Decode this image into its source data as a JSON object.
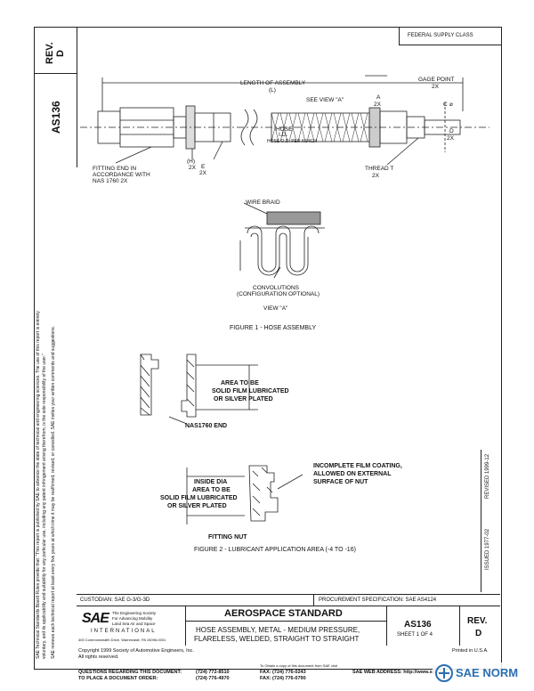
{
  "header": {
    "federal_supply_class": "FEDERAL SUPPLY CLASS",
    "rev_label": "REV.",
    "rev_value": "D",
    "doc_id": "AS136"
  },
  "side_notes": {
    "line1": "SAE Technical Standards Board Rules provide that: \"This report is published by SAE to advance the state of technical and engineering sciences. The use of this report is entirely",
    "line2": "voluntary, and its applicability and suitability for any particular use, including any patent infringement arising therefrom, is the sole responsibility of the user.\"",
    "line3": "SAE reviews each technical report at least every five years at which time it may be reaffirmed, revised, or cancelled. SAE invites your written comments and suggestions."
  },
  "figure1": {
    "length_of_assembly": "LENGTH OF ASSEMBLY",
    "length_sym": "(L)",
    "see_view_a": "SEE VIEW \"A\"",
    "gage_point": "GAGE POINT",
    "gage_count": "2X",
    "dim_a": "A",
    "dim_a_count": "2X",
    "dim_c": "C",
    "dim_c_note": "⌀",
    "dim_d": "D",
    "dim_2x": "2X",
    "hose_id": "HOSE",
    "hose_id2": "I.D.",
    "hose_od": "HOSE O.D. PER AS4624",
    "fitting_end": "FITTING END IN",
    "fitting_end2": "ACCORDANCE WITH",
    "fitting_end3": "NAS 1760 2X",
    "dim_h": "(H)",
    "dim_h_count": "2X",
    "dim_e": "E",
    "dim_e_count": "2X",
    "thread": "THREAD T",
    "thread_count": "2X",
    "wire_braid": "WIRE BRAID",
    "convolutions": "CONVOLUTIONS",
    "convolutions2": "(CONFIGURATION OPTIONAL)",
    "view_a": "VIEW \"A\"",
    "caption": "FIGURE 1 - HOSE ASSEMBLY"
  },
  "figure2": {
    "area1": "AREA TO BE",
    "area2": "SOLID FILM LUBRICATED",
    "area3": "OR SILVER PLATED",
    "nas_end": "NAS1760 END",
    "inside1": "INSIDE DIA",
    "inside2": "AREA TO BE",
    "inside3": "SOLID FILM LUBRICATED",
    "inside4": "OR SILVER PLATED",
    "incomplete1": "INCOMPLETE FILM COATING,",
    "incomplete2": "ALLOWED ON EXTERNAL",
    "incomplete3": "SURFACE OF NUT",
    "fitting_nut": "FITTING NUT",
    "caption": "FIGURE 2 - LUBRICANT APPLICATION AREA (-4 TO -16)"
  },
  "revision": {
    "issued": "ISSUED 1977-02",
    "revised": "REVISED 1999-12"
  },
  "titleblock": {
    "custodian": "CUSTODIAN:  SAE G-3/G-3D",
    "procurement": "PROCUREMENT SPECIFICATION: SAE AS4124",
    "sae_logo": "SAE",
    "sae_tag1": "The Engineering Society",
    "sae_tag2": "For Advancing Mobility",
    "sae_tag3": "Land Sea Air and Space",
    "sae_intl": "INTERNATIONAL",
    "sae_addr": "400 Commonwealth Drive, Warrendale, PA  15096-0001",
    "aerospace_standard": "AEROSPACE STANDARD",
    "title1": "HOSE ASSEMBLY, METAL - MEDIUM PRESSURE,",
    "title2": "FLARELESS, WELDED, STRAIGHT TO STRAIGHT",
    "doc_number": "AS136",
    "sheet": "SHEET 1 OF 4",
    "rev_label": "REV.",
    "rev_value": "D"
  },
  "footer": {
    "copyright": "Copyright  1999 Society of Automotive Engineers, Inc.",
    "rights": "All rights reserved.",
    "printed": "Printed in U.S.A.",
    "questions": "QUESTIONS REGARDING THIS DOCUMENT:",
    "place_order": "TO PLACE A DOCUMENT ORDER:",
    "phone1": "(724) 772-8510",
    "phone2": "(724) 776-4970",
    "fax_note": "To Obtain a copy of this document from SAE visit",
    "fax1": "FAX: (724) 776-0243",
    "fax2": "FAX: (724) 776-0790",
    "web": "SAE WEB ADDRESS: http://www.sae.org",
    "watermark": "SAE NORM"
  }
}
